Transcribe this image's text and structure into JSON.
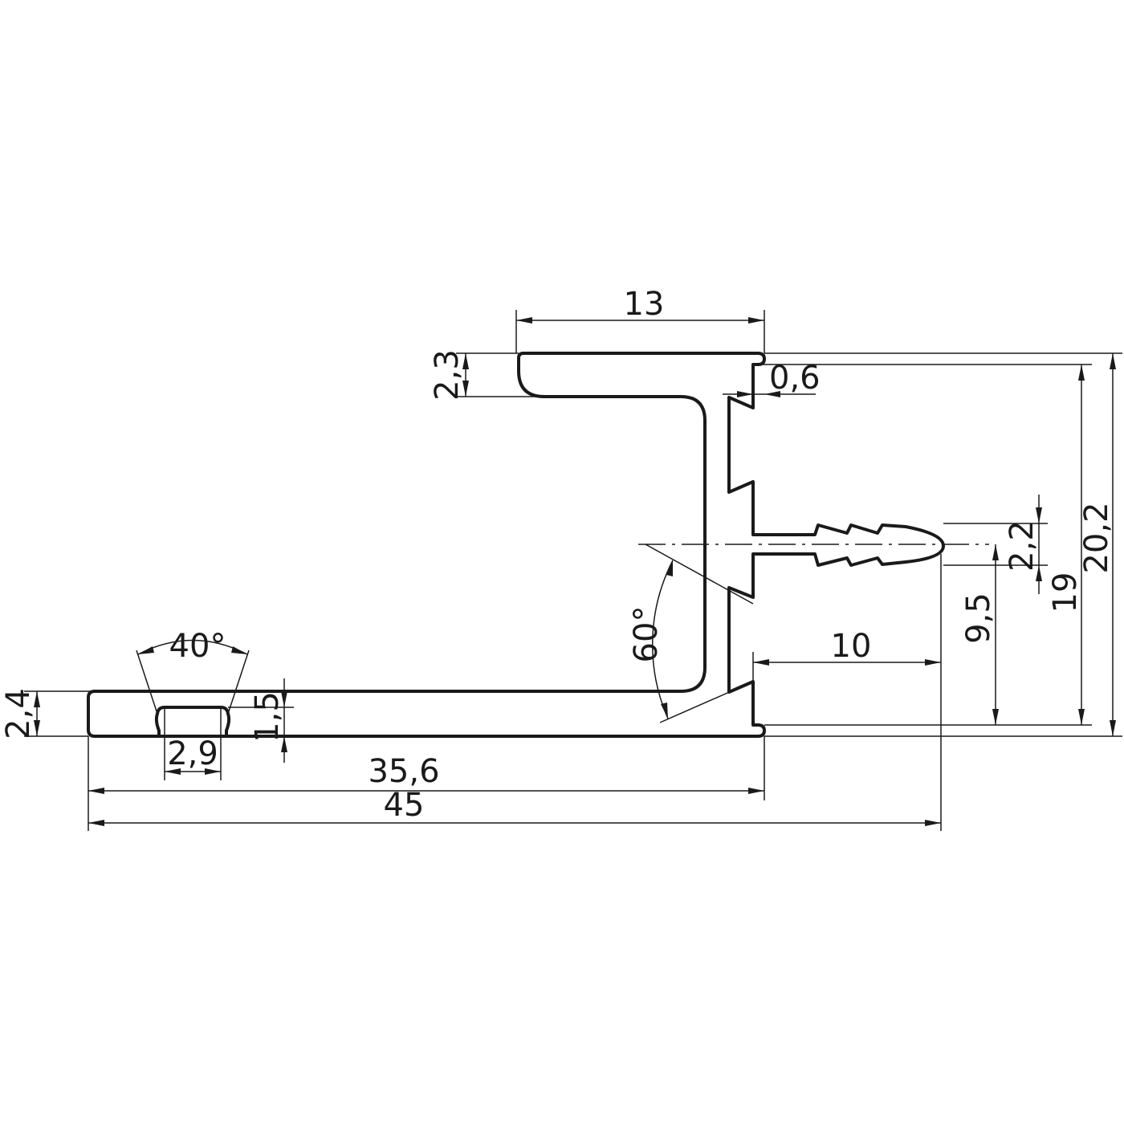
{
  "dimensions": {
    "top_flange_width": "13",
    "top_flange_thickness": "2,3",
    "tooth_depth": "0,6",
    "barb_thickness": "2,2",
    "total_height": "20,2",
    "inner_height": "19",
    "barb_center_height": "9,5",
    "barb_length": "10",
    "barb_angle": "60°",
    "groove_angle": "40°",
    "base_thickness": "2,4",
    "groove_depth": "1,5",
    "groove_width": "2,9",
    "base_to_web": "35,6",
    "overall_width": "45"
  }
}
